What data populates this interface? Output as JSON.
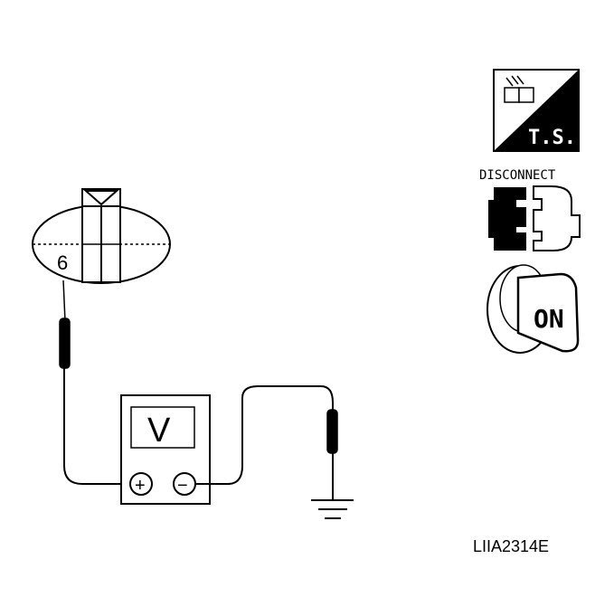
{
  "connector": {
    "pin_label": "6"
  },
  "meter": {
    "display": "V",
    "pos_symbol": "+",
    "neg_symbol": "−"
  },
  "icons": {
    "ts_label": "T.S.",
    "disconnect_label": "DISCONNECT",
    "ignition_label": "ON"
  },
  "figure_code": "LIIA2314E",
  "colors": {
    "ink": "#000000",
    "paper": "#ffffff"
  }
}
